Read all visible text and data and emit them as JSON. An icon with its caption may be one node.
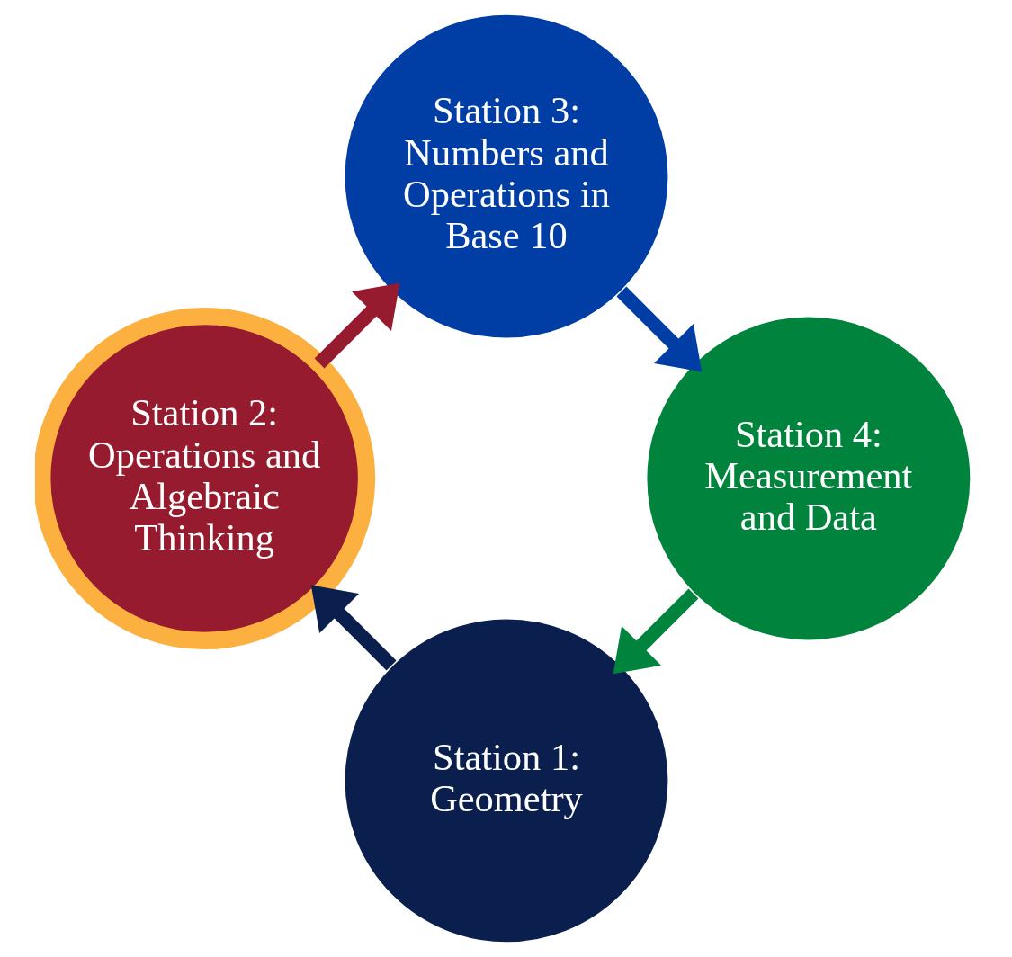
{
  "diagram": {
    "nodes": [
      {
        "text": [
          "Station 1: Geometry"
        ]
      },
      {
        "text": [
          "Station 2: Operations and Algebraic Thinking"
        ]
      },
      {
        "text": [
          "Station 3: Numbers and Operations in Base 10"
        ]
      },
      {
        "text": [
          "Station 4: Measurement and Data"
        ]
      }
    ],
    "edges": [
      {
        "from": 0,
        "to": 1,
        "arrow": "to",
        "color": "#0a1f4d"
      },
      {
        "from": 1,
        "to": 2,
        "arrow": "to",
        "color": "#961b2f"
      },
      {
        "from": 2,
        "to": 3,
        "arrow": "to",
        "color": "#003da5"
      },
      {
        "from": 3,
        "to": 0,
        "arrow": "to",
        "color": "#00843d"
      }
    ]
  }
}
